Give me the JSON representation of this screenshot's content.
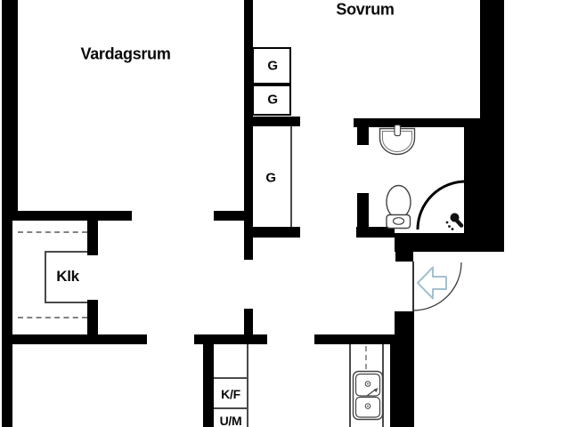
{
  "floorplan": {
    "labels": {
      "living_room": "Vardagsrum",
      "bedroom": "Sovrum",
      "walk_in_closet": "Klk",
      "wardrobe_1": "G",
      "wardrobe_2": "G",
      "wardrobe_3": "G",
      "fridge_freezer": "K/F",
      "appliance_um": "U/M"
    },
    "colors": {
      "background": "#ffffff",
      "wall": "#000000",
      "thin_line": "#4a4a4a",
      "dashed_line": "#828282",
      "entrance_arrow": "#a3c1d1"
    },
    "icons": [
      "washbasin-icon",
      "toilet-icon",
      "shower-icon",
      "kitchen-sink-icon",
      "entrance-arrow-icon",
      "door-swing-arc"
    ]
  }
}
